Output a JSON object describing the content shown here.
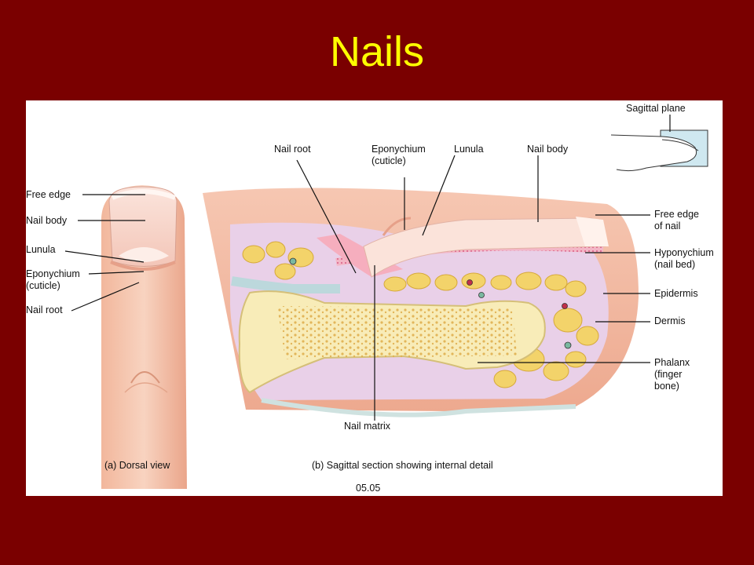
{
  "slide": {
    "title": "Nails"
  },
  "figure": {
    "inset_label": "Sagittal plane",
    "dorsal_labels": {
      "free_edge": "Free edge",
      "nail_body": "Nail body",
      "lunula": "Lunula",
      "eponychium": "Eponychium\n(cuticle)",
      "nail_root": "Nail root"
    },
    "sagittal_top_labels": {
      "nail_root": "Nail root",
      "eponychium": "Eponychium\n(cuticle)",
      "lunula": "Lunula",
      "nail_body": "Nail body"
    },
    "sagittal_right_labels": {
      "free_edge": "Free edge\nof nail",
      "hyponychium": "Hyponychium\n(nail bed)",
      "epidermis": "Epidermis",
      "dermis": "Dermis",
      "phalanx": "Phalanx\n(finger\nbone)"
    },
    "nail_matrix": "Nail matrix",
    "caption_a": "(a) Dorsal view",
    "caption_b": "(b) Sagittal section showing internal detail",
    "figure_number": "05.05"
  }
}
